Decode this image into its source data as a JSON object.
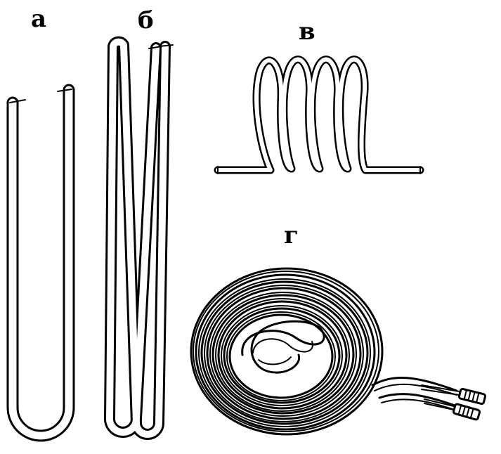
{
  "labels": {
    "a": "а",
    "b": "б",
    "v": "в",
    "g": "г"
  },
  "colors": {
    "stroke": "#000000",
    "background": "#ffffff"
  }
}
